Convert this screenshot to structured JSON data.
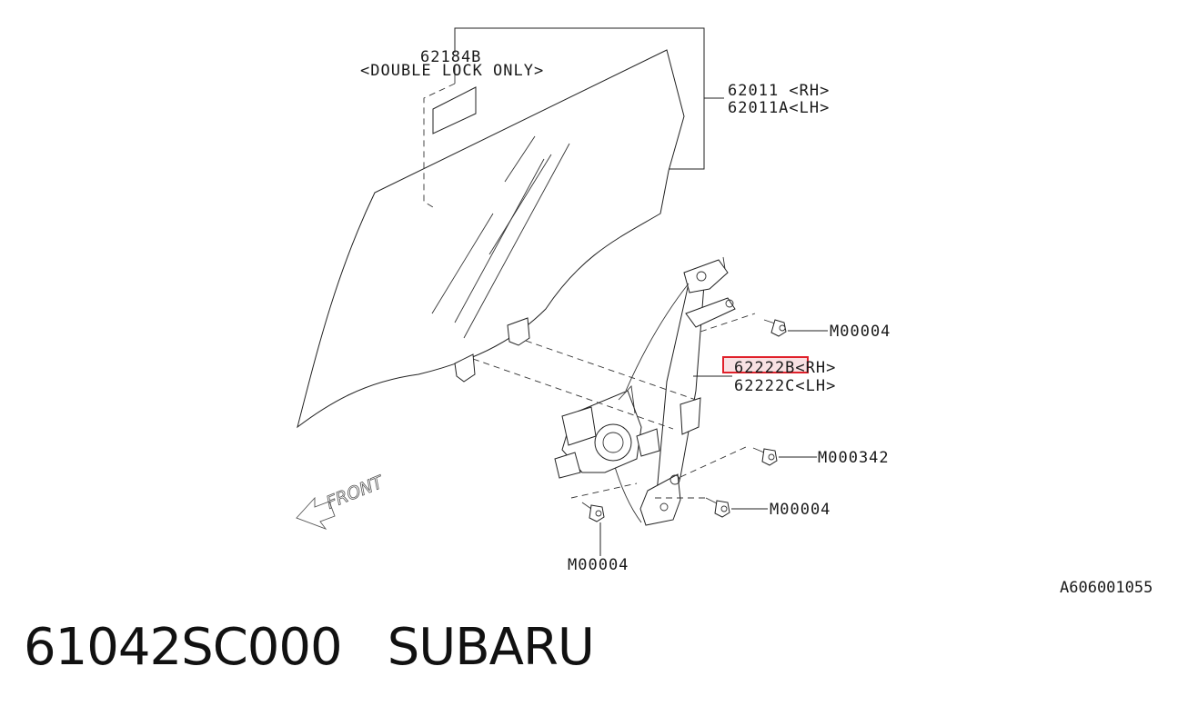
{
  "callouts": {
    "glass_trim_code": "62184B",
    "glass_trim_note": "<DOUBLE LOCK ONLY>",
    "glass_rh": "62011 <RH>",
    "glass_lh": "62011A<LH>",
    "regulator_rh": "62222B<RH>",
    "regulator_lh": "62222C<LH>",
    "bolt_upper": "M00004",
    "bolt_mid": "M000342",
    "bolt_lower_right": "M00004",
    "bolt_bottom": "M00004",
    "front_label": "FRONT"
  },
  "illustration_ref": "A606001055",
  "caption": {
    "part_number": "61042SC000",
    "brand": "SUBARU"
  },
  "colors": {
    "line": "#222222",
    "highlight": "#e0202a",
    "highlight_fill": "#f3c9cc"
  }
}
